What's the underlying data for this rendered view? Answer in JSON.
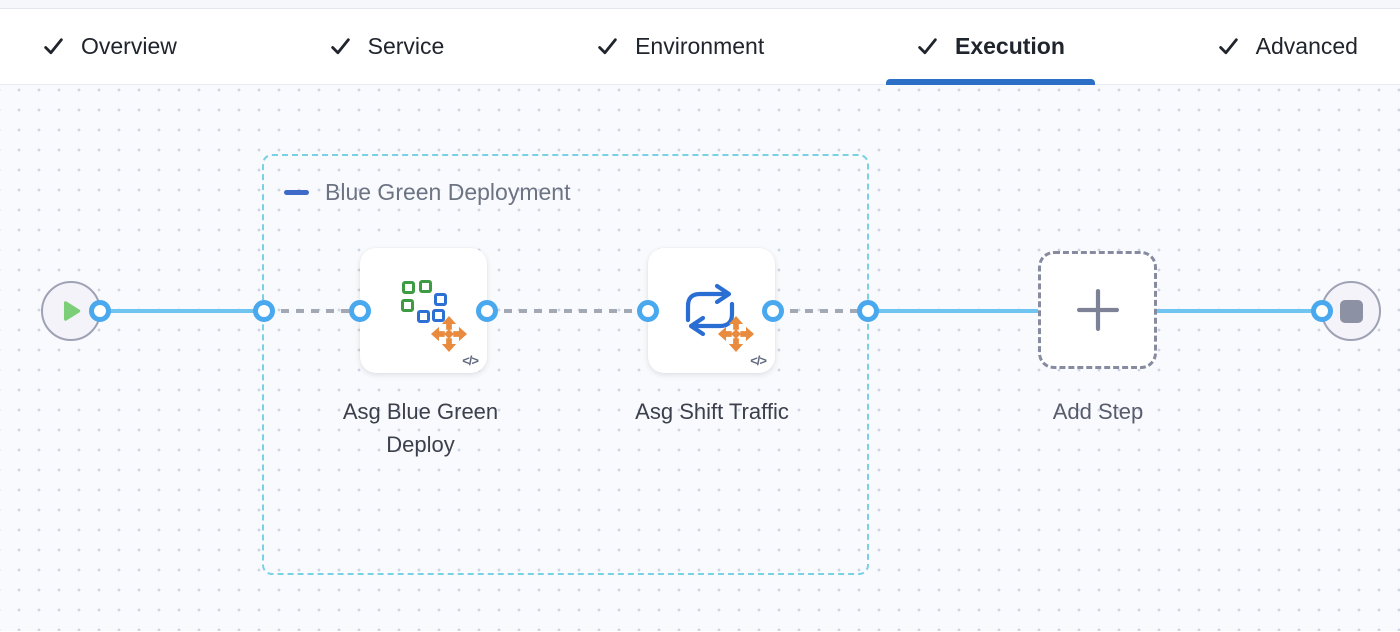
{
  "tabs": {
    "items": [
      {
        "label": "Overview",
        "completed": true,
        "active": false
      },
      {
        "label": "Service",
        "completed": true,
        "active": false
      },
      {
        "label": "Environment",
        "completed": true,
        "active": false
      },
      {
        "label": "Execution",
        "completed": true,
        "active": true
      },
      {
        "label": "Advanced",
        "completed": true,
        "active": false
      }
    ],
    "completed_icon": "check-icon",
    "active_underline_color": "#2c6fc6"
  },
  "canvas": {
    "start_node": {
      "icon": "play-icon"
    },
    "end_node": {
      "icon": "stop-icon"
    },
    "group": {
      "label": "Blue Green Deployment",
      "collapse_icon": "minus-icon",
      "border_color": "#7ad0e5"
    },
    "steps": [
      {
        "name": "Asg Blue Green Deploy",
        "icon": "asg-blue-green-deploy-icon",
        "code_glyph": "</>"
      },
      {
        "name": "Asg Shift Traffic",
        "icon": "asg-shift-traffic-icon",
        "code_glyph": "</>"
      }
    ],
    "add_step": {
      "label": "Add Step",
      "icon": "plus-icon"
    },
    "colors": {
      "link_solid": "#6fc5f0",
      "link_dashed": "#a3a8b5",
      "port_ring": "#49a8ee",
      "play": "#7ccf78",
      "stop": "#8d91a4",
      "icon_green": "#3e9b43",
      "icon_blue": "#2e6fd3",
      "icon_orange": "#e98b3f"
    }
  }
}
